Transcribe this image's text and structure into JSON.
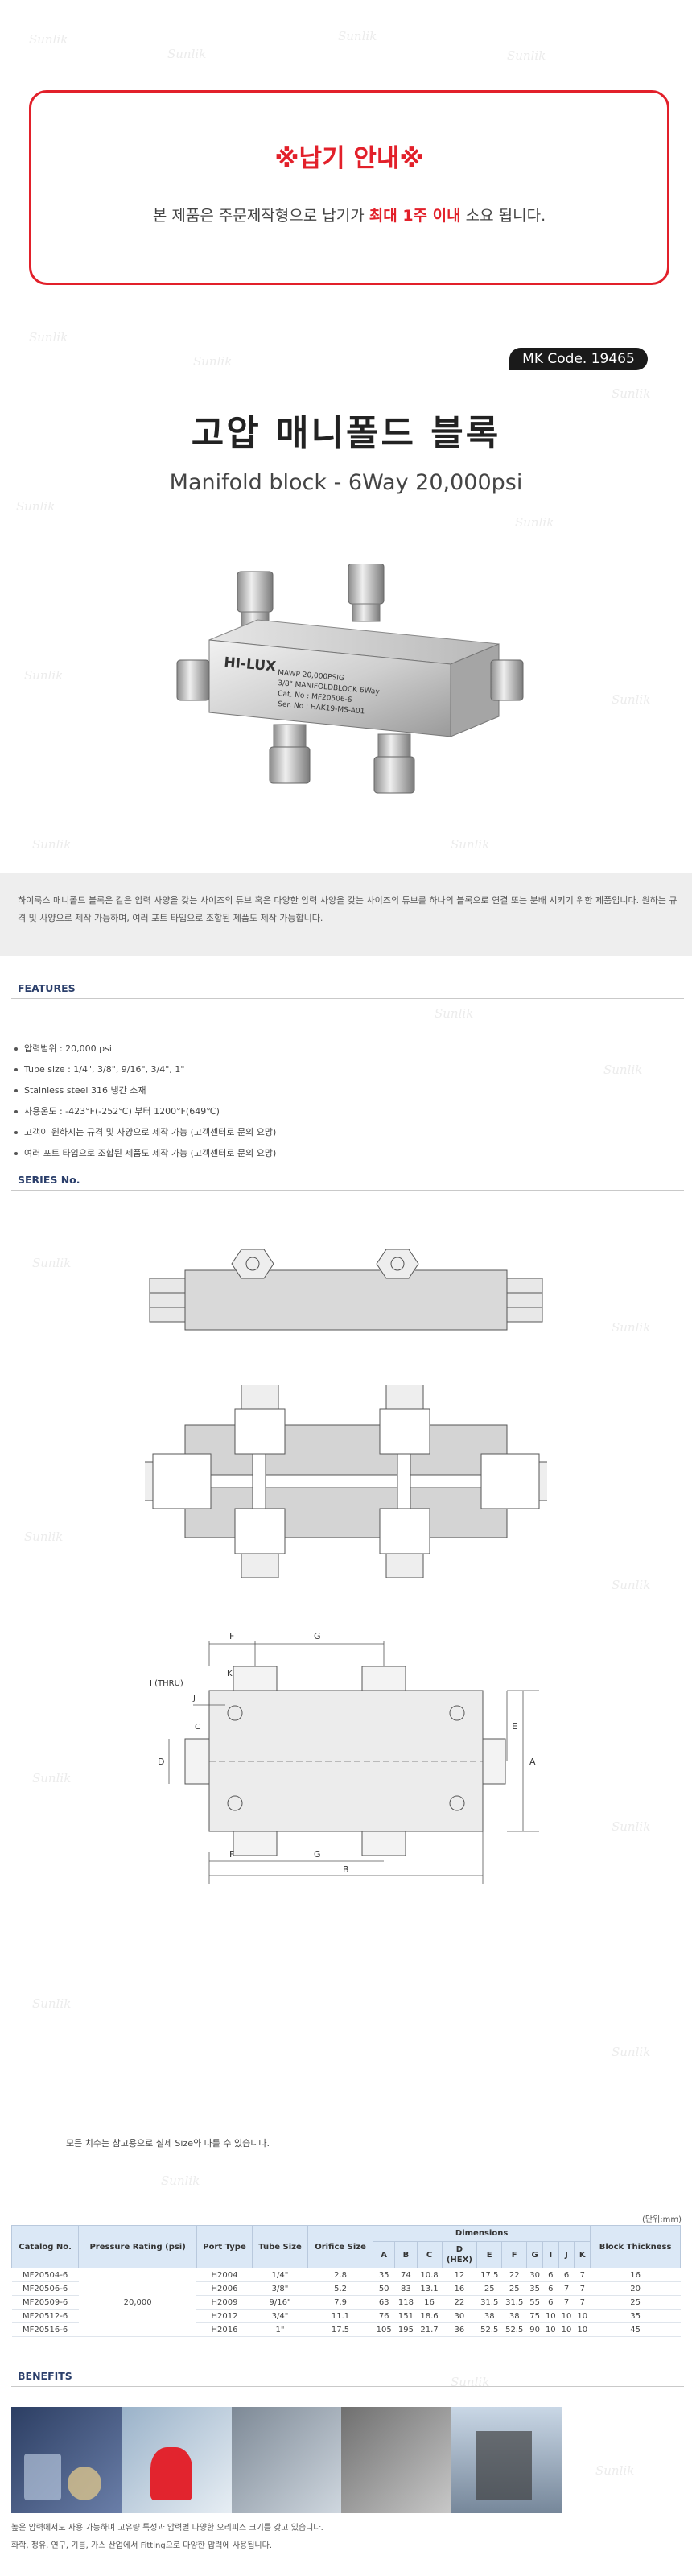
{
  "watermark": "Sunlik",
  "notice": {
    "title": "※납기 안내※",
    "body_prefix": "본 제품은 주문제작형으로 납기가 ",
    "body_highlight": "최대 1주 이내",
    "body_suffix": " 소요 됩니다."
  },
  "mk_code": "MK Code. 19465",
  "product": {
    "title": "고압 매니폴드 블록",
    "subtitle": "Manifold block - 6Way 20,000psi",
    "brand": "HI-LUX",
    "engraving": [
      "MAWP 20,000PSIG",
      "3/8\"   MANIFOLDBLOCK 6Way",
      "Cat. No : MF20506-6",
      "Ser. No : HAK19-MS-A01"
    ]
  },
  "description": "하이룩스 매니폴드 블록은 같은 압력 사양을 갖는 사이즈의 튜브 혹은 다양한 압력 사양을 갖는 사이즈의 튜브를 하나의 블록으로 연결 또는 분배 시키기 위한 제품입니다. 원하는 규격 및 사양으로 제작 가능하며, 여러 포트 타입으로 조합된 제품도 제작 가능합니다.",
  "features": {
    "title": "FEATURES",
    "items": [
      "압력범위 : 20,000 psi",
      "Tube size : 1/4\", 3/8\", 9/16\", 3/4\", 1\"",
      "Stainless steel 316 냉간 소재",
      "사용온도 : -423°F(-252℃) 부터 1200°F(649℃)",
      "고객이 원하시는 규격 및 사양으로 제작 가능 (고객센터로 문의 요망)",
      "여러 포트 타입으로 조합된 제품도 제작 가능 (고객센터로 문의 요망)"
    ]
  },
  "series": {
    "title": "SERIES No.",
    "note": "모든 치수는 참고용으로 실제 Size와 다를 수 있습니다.",
    "dim_labels": {
      "F": "F",
      "G": "G",
      "I": "I (THRU)",
      "K": "K",
      "J": "J",
      "C": "C",
      "D": "D",
      "E": "E",
      "A": "A",
      "B": "B"
    }
  },
  "table": {
    "unit": "(단위:mm)",
    "headers": {
      "catalog": "Catalog No.",
      "pressure": "Pressure Rating (psi)",
      "port": "Port Type",
      "tube": "Tube Size",
      "orifice": "Orifice Size",
      "dimensions": "Dimensions",
      "block": "Block Thickness"
    },
    "dim_cols": [
      "A",
      "B",
      "C",
      "D\n(HEX)",
      "E",
      "F",
      "G",
      "I",
      "J",
      "K"
    ],
    "pressure_value": "20,000",
    "rows": [
      {
        "cat": "MF20504-6",
        "port": "H2004",
        "tube": "1/4\"",
        "orifice": "2.8",
        "dims": [
          "35",
          "74",
          "10.8",
          "12",
          "17.5",
          "22",
          "30",
          "6",
          "6",
          "7"
        ],
        "block": "16"
      },
      {
        "cat": "MF20506-6",
        "port": "H2006",
        "tube": "3/8\"",
        "orifice": "5.2",
        "dims": [
          "50",
          "83",
          "13.1",
          "16",
          "25",
          "25",
          "35",
          "6",
          "7",
          "7"
        ],
        "block": "20"
      },
      {
        "cat": "MF20509-6",
        "port": "H2009",
        "tube": "9/16\"",
        "orifice": "7.9",
        "dims": [
          "63",
          "118",
          "16",
          "22",
          "31.5",
          "31.5",
          "55",
          "6",
          "7",
          "7"
        ],
        "block": "25"
      },
      {
        "cat": "MF20512-6",
        "port": "H2012",
        "tube": "3/4\"",
        "orifice": "11.1",
        "dims": [
          "76",
          "151",
          "18.6",
          "30",
          "38",
          "38",
          "75",
          "10",
          "10",
          "10"
        ],
        "block": "35"
      },
      {
        "cat": "MF20516-6",
        "port": "H2016",
        "tube": "1\"",
        "orifice": "17.5",
        "dims": [
          "105",
          "195",
          "21.7",
          "36",
          "52.5",
          "52.5",
          "90",
          "10",
          "10",
          "10"
        ],
        "block": "45"
      }
    ]
  },
  "benefits": {
    "title": "BENEFITS",
    "notes": [
      "높은 압력에서도 사용 가능하며 고유량 특성과 압력별 다양한 오리피스 크기를 갖고 있습니다.",
      "화학, 정유, 연구, 기름, 가스 산업에서 Fitting으로 다양한 압력에 사용됩니다."
    ]
  },
  "colors": {
    "accent_red": "#e2202a",
    "navy": "#2b3f6b",
    "header_blue": "#dbe8f6"
  }
}
